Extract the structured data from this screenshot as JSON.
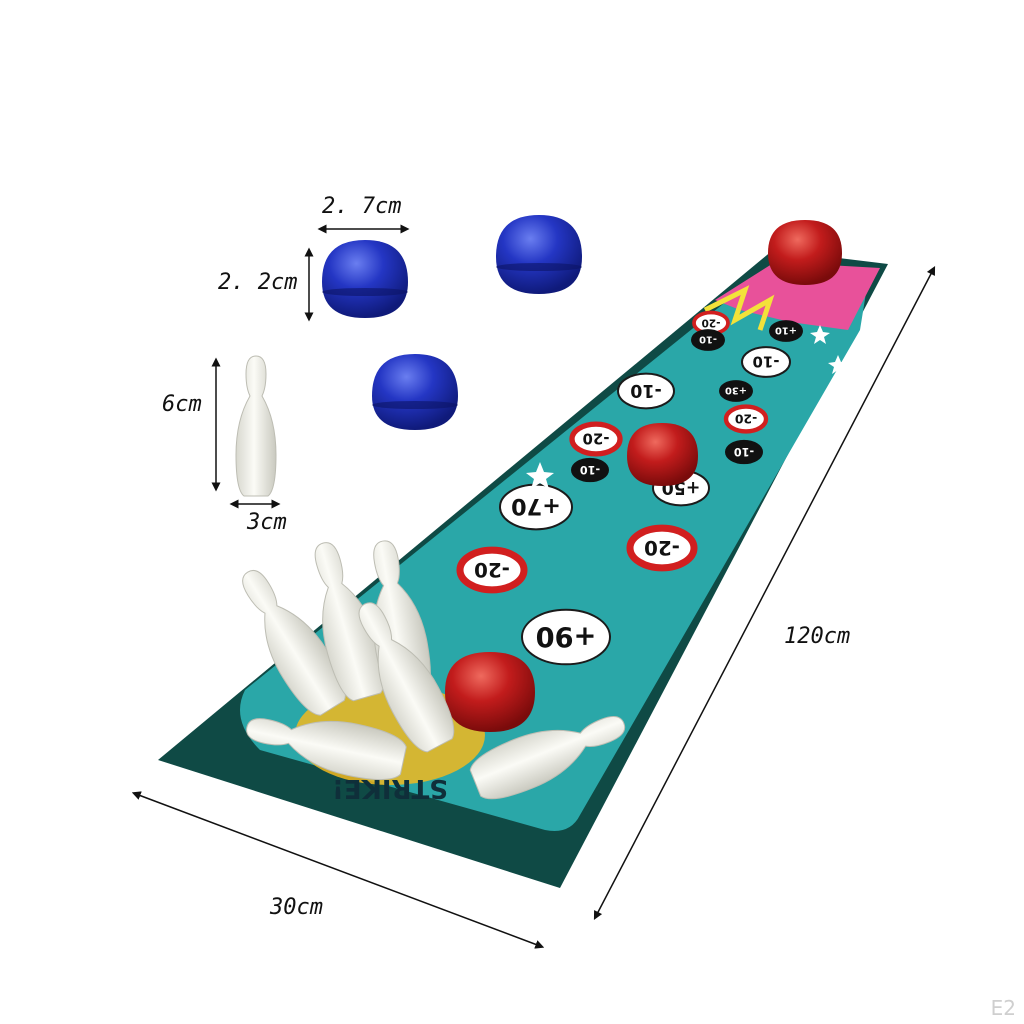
{
  "dimensions": {
    "ball_width": "2. 7cm",
    "ball_height": "2. 2cm",
    "pin_height": "6cm",
    "pin_width": "3cm",
    "mat_length": "120cm",
    "mat_width": "30cm"
  },
  "mat_scores": [
    "-20",
    "-10",
    "+10",
    "-10",
    "+30",
    "-10",
    "-20",
    "-20",
    "-10",
    "-10",
    "+50",
    "+70",
    "-20",
    "-20",
    "+90"
  ],
  "mat_text": "STRIKE!",
  "corner_mark": "E2",
  "colors": {
    "mat_teal": "#2aa7a8",
    "mat_border": "#0f4a45",
    "pink_zone": "#e8519a",
    "ball_blue": "#1f2fb5",
    "ball_red": "#c21c1c",
    "pin_white": "#f2f2ec"
  }
}
